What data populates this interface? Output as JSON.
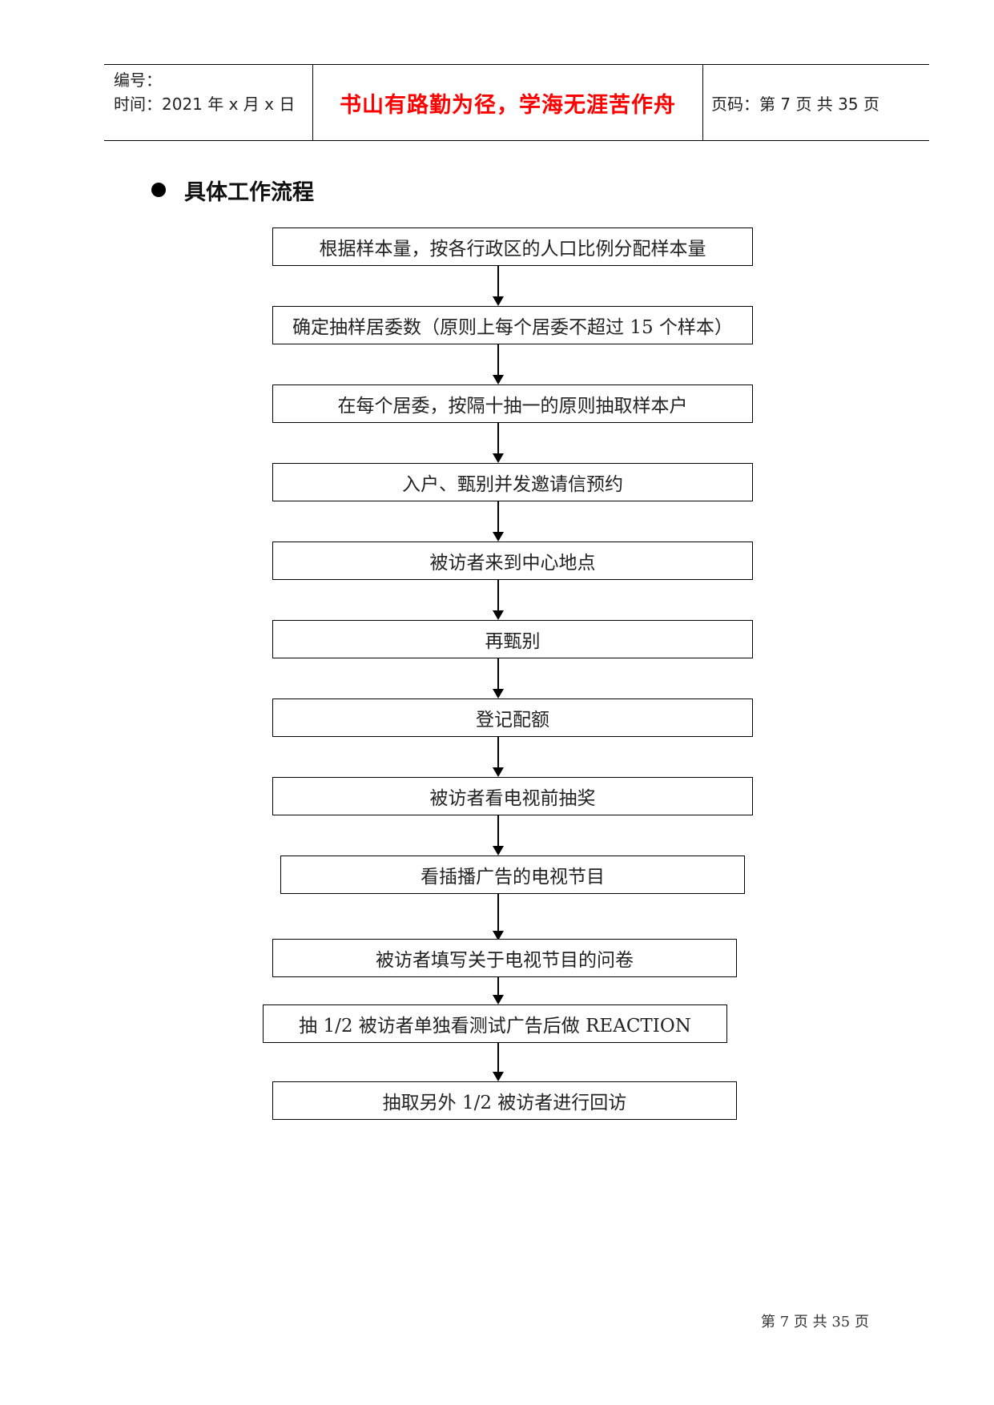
{
  "header": {
    "code_label": "编号：",
    "time_label": "时间：2021 年 x 月 x 日",
    "motto": "书山有路勤为径，学海无涯苦作舟",
    "page_info": "页码：第 7 页  共 35 页"
  },
  "section": {
    "title": "具体工作流程"
  },
  "flow": {
    "steps": [
      "根据样本量，按各行政区的人口比例分配样本量",
      "确定抽样居委数（原则上每个居委不超过 15 个样本）",
      "在每个居委，按隔十抽一的原则抽取样本户",
      "入户、甄别并发邀请信预约",
      "被访者来到中心地点",
      "再甄别",
      "登记配额",
      "被访者看电视前抽奖",
      "看插播广告的电视节目",
      "被访者填写关于电视节目的问卷",
      "抽 1/2 被访者单独看测试广告后做 REACTION",
      "抽取另外 1/2 被访者进行回访"
    ]
  },
  "footer": {
    "page_text": "第 7 页 共 35 页"
  }
}
